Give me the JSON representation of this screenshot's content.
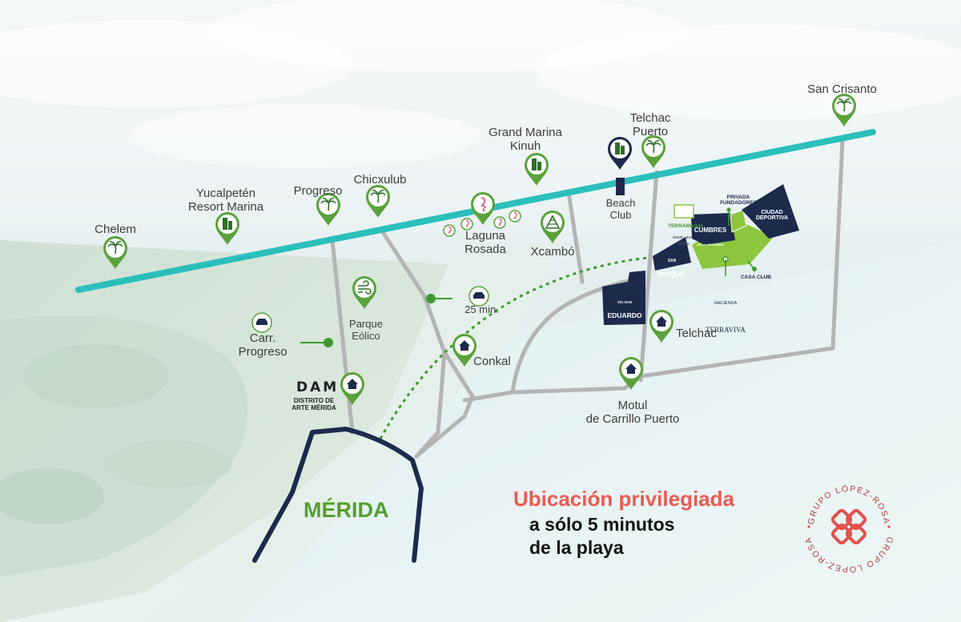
{
  "map": {
    "colors": {
      "coastline": "#2bbfbc",
      "road": "#b4b4b4",
      "route": "#3e9a2f",
      "pin": "#5aa23c",
      "navy": "#1c2a4c",
      "terraviva_green": "#8cc63f",
      "headline_red": "#ec5a52",
      "merida_green": "#52a02c"
    },
    "coastal_places": [
      {
        "id": "chelem",
        "label": "Chelem",
        "icon": "palm-icon"
      },
      {
        "id": "yucalpeten",
        "label": "Yucalpetén\nResort Marina",
        "icon": "building-icon"
      },
      {
        "id": "progreso",
        "label": "Progreso",
        "icon": "palm-icon"
      },
      {
        "id": "chicxulub",
        "label": "Chicxulub",
        "icon": "palm-icon"
      },
      {
        "id": "grand-marina-kinuh",
        "label": "Grand Marina\nKinuh",
        "icon": "building-icon"
      },
      {
        "id": "telchac-puerto",
        "label": "Telchac\nPuerto",
        "icon": "palm-icon"
      },
      {
        "id": "san-crisanto",
        "label": "San Crisanto",
        "icon": "palm-icon"
      }
    ],
    "inland_places": [
      {
        "id": "laguna-rosada",
        "label": "Laguna\nRosada",
        "icon": "flamingo-icon"
      },
      {
        "id": "xcambo",
        "label": "Xcambó",
        "icon": "pyramid-icon"
      },
      {
        "id": "beach-club",
        "label": "Beach\nClub",
        "icon": "building-icon"
      },
      {
        "id": "parque-eolico",
        "label": "Parque\nEólico",
        "icon": "wind-icon"
      },
      {
        "id": "conkal",
        "label": "Conkal",
        "icon": "house-icon"
      },
      {
        "id": "telchac",
        "label": "Telchac",
        "icon": "house-icon"
      },
      {
        "id": "motul",
        "label": "Motul\nde Carrillo Puerto",
        "icon": "house-icon"
      },
      {
        "id": "distrito-arte",
        "label": "",
        "icon": "house-icon"
      }
    ],
    "road_markers": [
      {
        "id": "carr-progreso",
        "label": "Carr.\nProgreso",
        "icon": "car-icon"
      },
      {
        "id": "drive-time",
        "label": "25 min.",
        "icon": "car-icon"
      }
    ],
    "development": {
      "terra_market": "TERRAMarket",
      "terra_market_sub": "SHOP · EAT · WORK",
      "privada_fundadores": "PRIVADA\nFUNDADORES",
      "cumbres": "CUMBRES",
      "cumbres_sub": "DE LA HACIENDA",
      "ciudad_deportiva": "CIUDAD\nDEPORTIVA",
      "san_roque_small": "SAN",
      "san_roque": "ROQUE",
      "casa_club": "CASA CLUB",
      "hacienda": "HACIENDA",
      "terraviva": "TERRAVIVA",
      "via_san_eduardo": "VÍA SAN",
      "eduardo": "EDUARDO"
    },
    "brand_dam": {
      "mark": "DAM",
      "subtitle": "DISTRITO DE\nARTE MÉRIDA"
    },
    "city": "MÉRIDA",
    "headline": {
      "line1": "Ubicación privilegiada",
      "line2": "a sólo 5 minutos\nde la playa"
    },
    "logo": {
      "text_top": "GRUPO LÓPEZ-ROSA",
      "text_bottom": "GRUPO LÓPEZ-ROSA"
    }
  }
}
